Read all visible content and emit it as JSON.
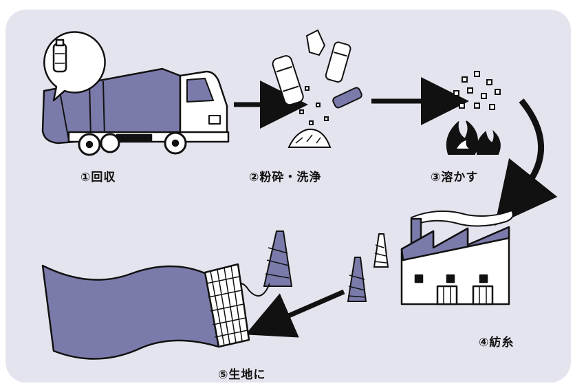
{
  "colors": {
    "panel_bg": "#e4e4ee",
    "accent_purple": "#7b7bab",
    "ink": "#111111"
  },
  "steps": [
    {
      "label": "①回収",
      "icon": "garbage-truck-icon"
    },
    {
      "label": "②粉砕・洗浄",
      "icon": "crushed-bottles-icon"
    },
    {
      "label": "③溶かす",
      "icon": "flame-icon"
    },
    {
      "label": "④紡糸",
      "icon": "factory-icon"
    },
    {
      "label": "⑤生地に",
      "icon": "fabric-icon"
    }
  ]
}
